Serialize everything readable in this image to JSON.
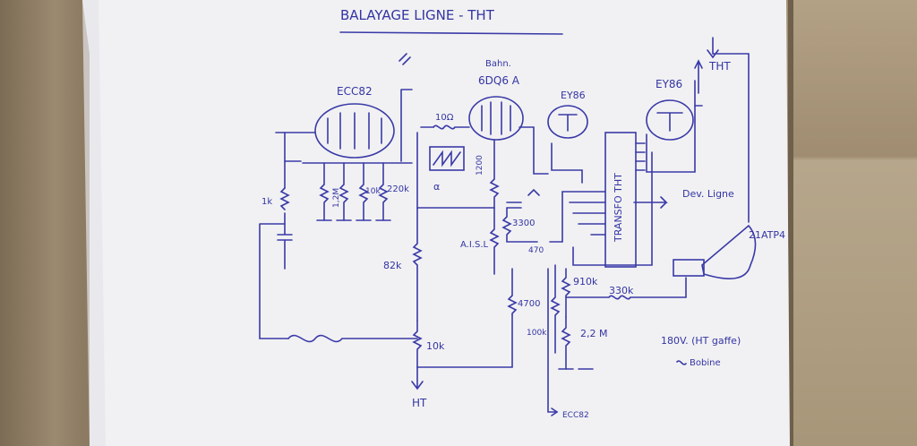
{
  "title": "BALAYAGE LIGNE - THT",
  "tubes": {
    "ecc82": "ECC82",
    "pl36": "6DQ6 A",
    "pl36_alt": "Bahn.",
    "ey86_1": "EY86",
    "ey86_2": "EY86"
  },
  "labels": {
    "tht": "THT",
    "transfo": "TRANSFO THT",
    "dev_ligne": "Dev. Ligne",
    "crt": "21ATP4",
    "ht": "HT",
    "ecc82_bottom": "ECC82",
    "g1_note": "180V. (HT gaffe)",
    "bobbin_note": "Bobine",
    "wave_note": "α"
  },
  "values": {
    "r_1k": "1k",
    "r_10k": "10k",
    "r_220k": "220k",
    "r_1_2meg": "1,2M",
    "r_100k": "10k",
    "r_82k": "82k",
    "r_10k_bottom": "10k",
    "r_10ohm": "10Ω",
    "r_1200": "1200",
    "r_3300": "3300",
    "r_470": "470",
    "r_aiss": "A.I.S.L",
    "r_4700": "4700",
    "r_100k_b": "100k",
    "r_910k": "910k",
    "r_330k": "330k",
    "r_2_2m": "2,2 M"
  }
}
